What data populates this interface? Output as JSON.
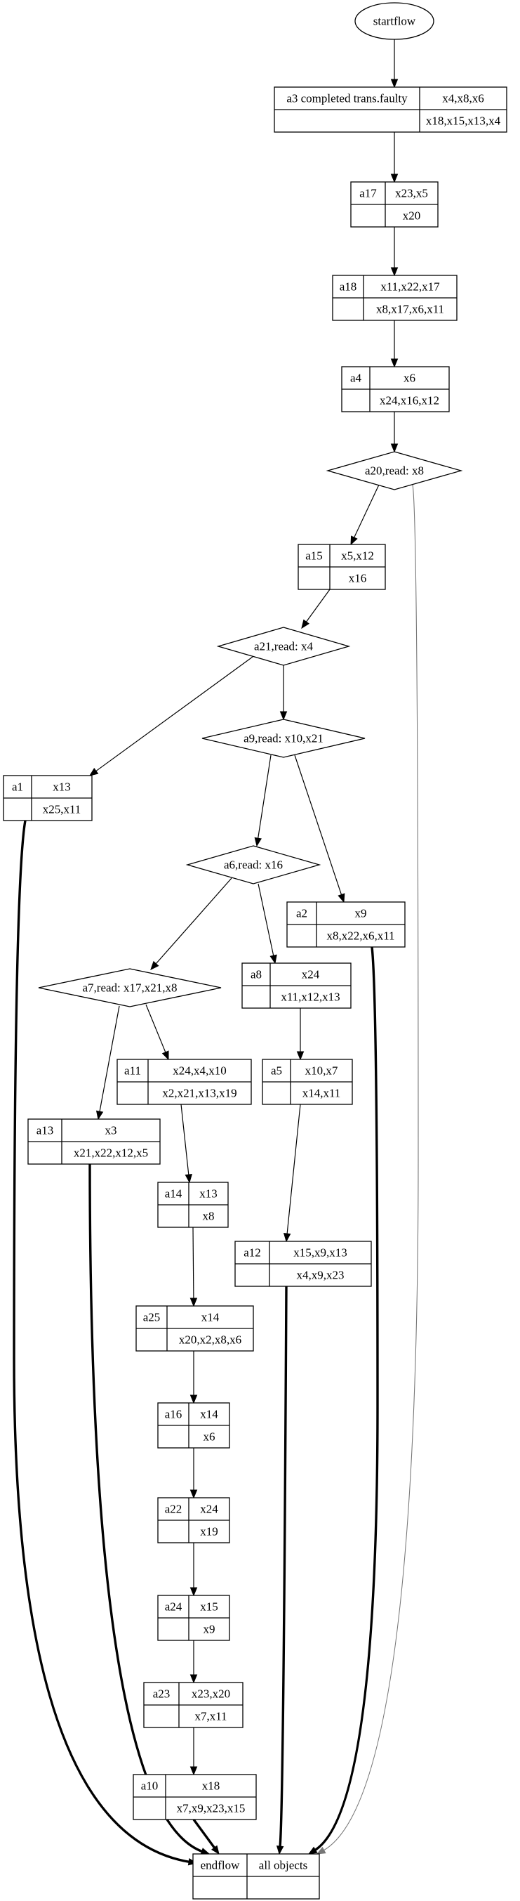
{
  "start": {
    "label": "startflow"
  },
  "end": {
    "left": "endflow",
    "right": "all objects"
  },
  "records": [
    {
      "id": "a3",
      "name": "a3 completed trans.faulty",
      "top": "x4,x8,x6",
      "bottom": "x18,x15,x13,x4"
    },
    {
      "id": "a17",
      "name": "a17",
      "top": "x23,x5",
      "bottom": "x20"
    },
    {
      "id": "a18",
      "name": "a18",
      "top": "x11,x22,x17",
      "bottom": "x8,x17,x6,x11"
    },
    {
      "id": "a4",
      "name": "a4",
      "top": "x6",
      "bottom": "x24,x16,x12"
    },
    {
      "id": "a15",
      "name": "a15",
      "top": "x5,x12",
      "bottom": "x16"
    },
    {
      "id": "a1",
      "name": "a1",
      "top": "x13",
      "bottom": "x25,x11"
    },
    {
      "id": "a2",
      "name": "a2",
      "top": "x9",
      "bottom": "x8,x22,x6,x11"
    },
    {
      "id": "a8",
      "name": "a8",
      "top": "x24",
      "bottom": "x11,x12,x13"
    },
    {
      "id": "a11",
      "name": "a11",
      "top": "x24,x4,x10",
      "bottom": "x2,x21,x13,x19"
    },
    {
      "id": "a5",
      "name": "a5",
      "top": "x10,x7",
      "bottom": "x14,x11"
    },
    {
      "id": "a13",
      "name": "a13",
      "top": "x3",
      "bottom": "x21,x22,x12,x5"
    },
    {
      "id": "a14",
      "name": "a14",
      "top": "x13",
      "bottom": "x8"
    },
    {
      "id": "a12",
      "name": "a12",
      "top": "x15,x9,x13",
      "bottom": "x4,x9,x23"
    },
    {
      "id": "a25",
      "name": "a25",
      "top": "x14",
      "bottom": "x20,x2,x8,x6"
    },
    {
      "id": "a16",
      "name": "a16",
      "top": "x14",
      "bottom": "x6"
    },
    {
      "id": "a22",
      "name": "a22",
      "top": "x24",
      "bottom": "x19"
    },
    {
      "id": "a24",
      "name": "a24",
      "top": "x15",
      "bottom": "x9"
    },
    {
      "id": "a23",
      "name": "a23",
      "top": "x23,x20",
      "bottom": "x7,x11"
    },
    {
      "id": "a10",
      "name": "a10",
      "top": "x18",
      "bottom": "x7,x9,x23,x15"
    }
  ],
  "decisions": [
    {
      "id": "a20",
      "label": "a20,read: x8"
    },
    {
      "id": "a21",
      "label": "a21,read: x4"
    },
    {
      "id": "a9",
      "label": "a9,read: x10,x21"
    },
    {
      "id": "a6",
      "label": "a6,read: x16"
    },
    {
      "id": "a7",
      "label": "a7,read: x17,x21,x8"
    }
  ],
  "edges": [
    {
      "from": "startflow",
      "to": "a3"
    },
    {
      "from": "a3",
      "to": "a17"
    },
    {
      "from": "a17",
      "to": "a18"
    },
    {
      "from": "a18",
      "to": "a4"
    },
    {
      "from": "a4",
      "to": "a20"
    },
    {
      "from": "a20",
      "to": "a15"
    },
    {
      "from": "a20",
      "to": "endflow",
      "style": "gray"
    },
    {
      "from": "a15",
      "to": "a21"
    },
    {
      "from": "a21",
      "to": "a1"
    },
    {
      "from": "a21",
      "to": "a9"
    },
    {
      "from": "a9",
      "to": "a6"
    },
    {
      "from": "a9",
      "to": "a2"
    },
    {
      "from": "a6",
      "to": "a7"
    },
    {
      "from": "a6",
      "to": "a8"
    },
    {
      "from": "a7",
      "to": "a11"
    },
    {
      "from": "a7",
      "to": "a13"
    },
    {
      "from": "a8",
      "to": "a5"
    },
    {
      "from": "a11",
      "to": "a14"
    },
    {
      "from": "a5",
      "to": "a12"
    },
    {
      "from": "a14",
      "to": "a25"
    },
    {
      "from": "a25",
      "to": "a16"
    },
    {
      "from": "a16",
      "to": "a22"
    },
    {
      "from": "a22",
      "to": "a24"
    },
    {
      "from": "a24",
      "to": "a23"
    },
    {
      "from": "a23",
      "to": "a10"
    },
    {
      "from": "a10",
      "to": "endflow",
      "style": "bold"
    },
    {
      "from": "a1",
      "to": "endflow",
      "style": "bold"
    },
    {
      "from": "a13",
      "to": "endflow",
      "style": "bold"
    },
    {
      "from": "a12",
      "to": "endflow",
      "style": "bold"
    },
    {
      "from": "a2",
      "to": "endflow",
      "style": "bold"
    }
  ]
}
